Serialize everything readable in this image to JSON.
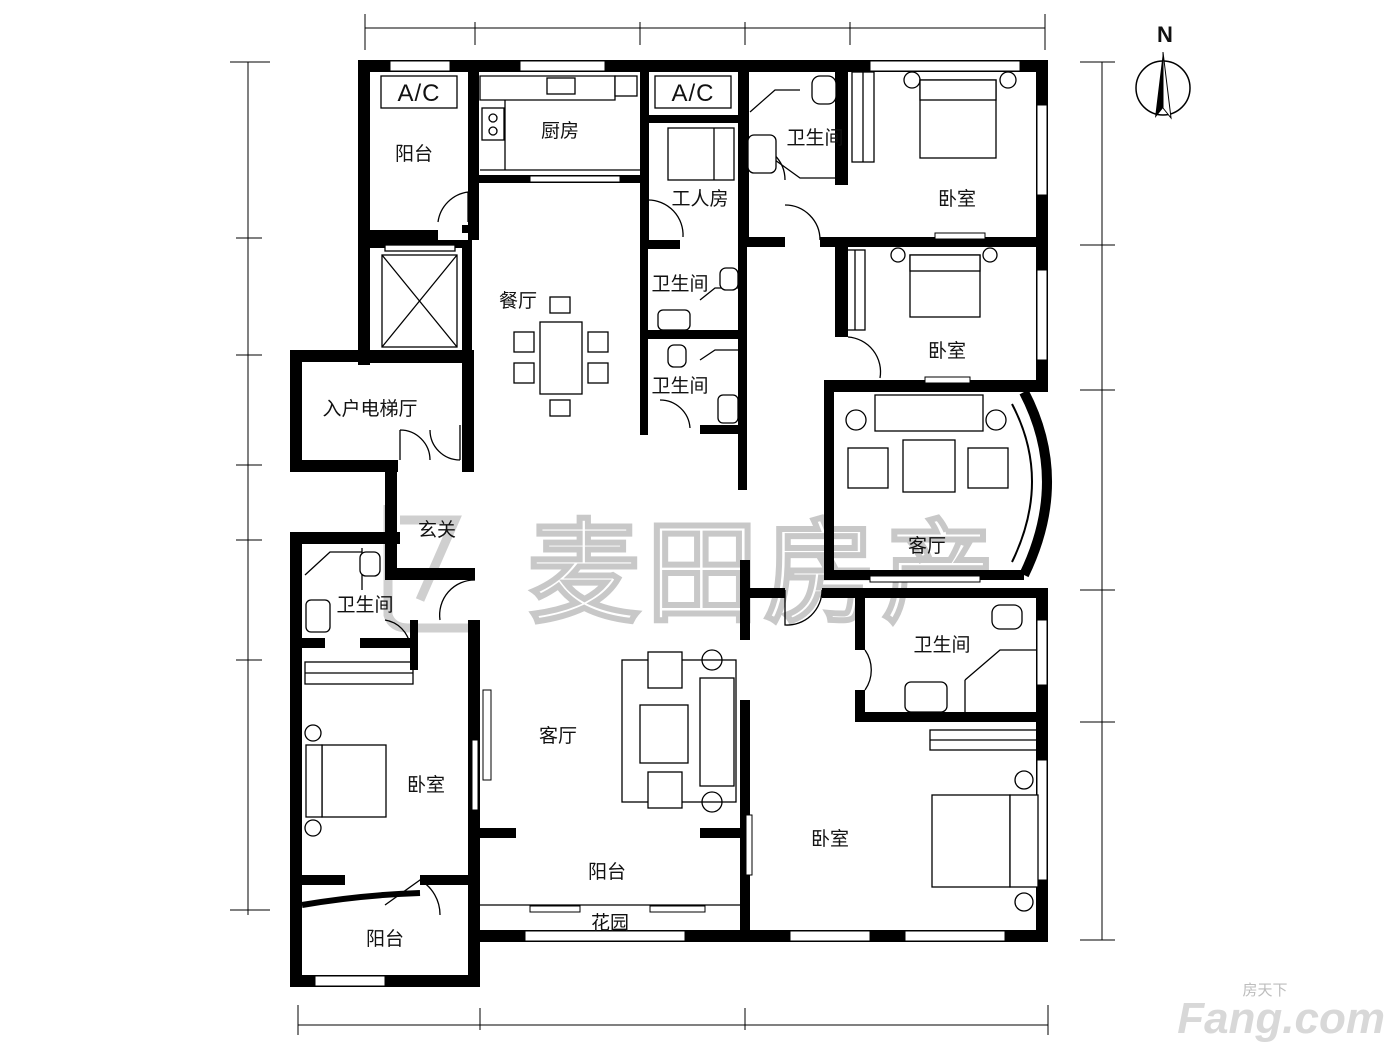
{
  "north_label": "N",
  "ac_units": [
    {
      "label": "A/C"
    },
    {
      "label": "A/C"
    }
  ],
  "rooms": {
    "balcony_nw": "阳台",
    "kitchen": "厨房",
    "worker_room": "工人房",
    "bathroom_ne": "卫生间",
    "bedroom_ne": "卧室",
    "dining_room": "餐厅",
    "bathroom_mid_upper": "卫生间",
    "bathroom_mid_lower": "卫生间",
    "bedroom_east": "卧室",
    "elevator_lobby": "入户电梯厅",
    "living_room_east": "客厅",
    "foyer": "玄关",
    "bathroom_west": "卫生间",
    "bathroom_se": "卫生间",
    "living_room_main": "客厅",
    "bedroom_west": "卧室",
    "bedroom_se": "卧室",
    "balcony_south": "阳台",
    "garden": "花园",
    "balcony_sw": "阳台"
  },
  "watermark": {
    "text": "麦田房产"
  },
  "logo": {
    "main": "Fang.com",
    "sub": "房天下"
  }
}
